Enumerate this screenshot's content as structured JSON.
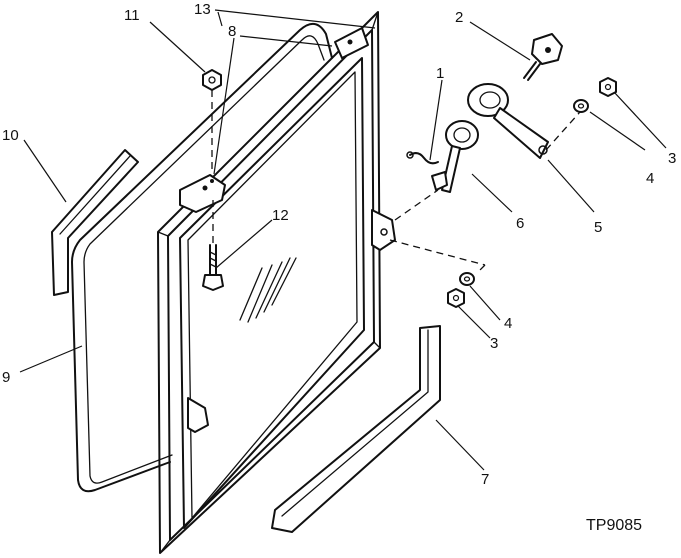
{
  "callouts": {
    "c1": "1",
    "c2": "2",
    "c3a": "3",
    "c3b": "3",
    "c4a": "4",
    "c4b": "4",
    "c5": "5",
    "c6": "6",
    "c7": "7",
    "c8": "8",
    "c9": "9",
    "c10": "10",
    "c11": "11",
    "c12": "12",
    "c13": "13"
  },
  "figure_code": "TP9085"
}
